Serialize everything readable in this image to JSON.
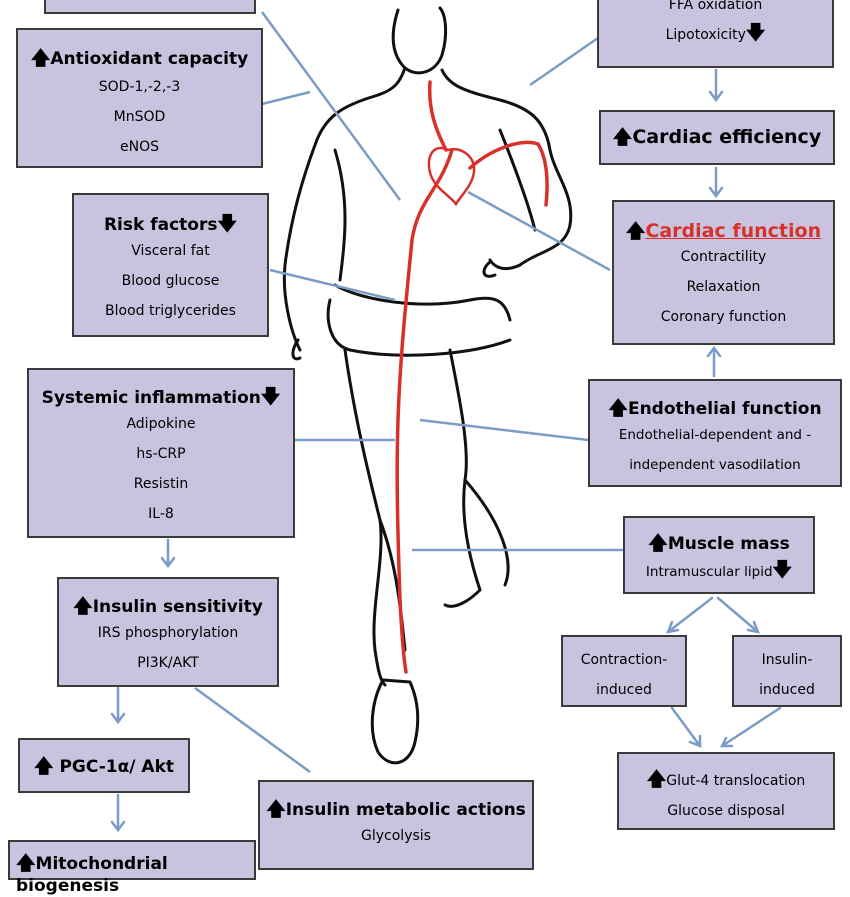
{
  "boxes": {
    "top_left_partial": {
      "title": ""
    },
    "antioxidant": {
      "title": "Antioxidant capacity",
      "lines": [
        "SOD-1,-2,-3",
        "MnSOD",
        "eNOS"
      ]
    },
    "risk": {
      "title": "Risk factors",
      "lines": [
        "Visceral fat",
        "Blood glucose",
        "Blood triglycerides"
      ]
    },
    "inflammation": {
      "title": "Systemic inflammation",
      "lines": [
        "Adipokine",
        "hs-CRP",
        "Resistin",
        "IL-8"
      ]
    },
    "insulin_sens": {
      "title": "Insulin sensitivity",
      "lines": [
        "IRS phosphorylation",
        "PI3K/AKT"
      ]
    },
    "pgc": {
      "title": "PGC-1α/ Akt"
    },
    "mito": {
      "title": "Mitochondrial biogenesis"
    },
    "insulin_meta": {
      "title": "Insulin metabolic actions",
      "lines": [
        "Glycolysis"
      ]
    },
    "ffa": {
      "lines": [
        "FFA oxidation",
        "Lipotoxicity"
      ]
    },
    "efficiency": {
      "title": "Cardiac efficiency"
    },
    "cardiac_fn": {
      "title": "Cardiac function",
      "lines": [
        "Contractility",
        "Relaxation",
        "Coronary function"
      ]
    },
    "endothelial": {
      "title": "Endothelial function",
      "lines": [
        "Endothelial-dependent and -",
        "independent vasodilation"
      ]
    },
    "muscle": {
      "title": "Muscle mass",
      "lines": [
        "Intramuscular lipid"
      ]
    },
    "contraction": {
      "lines": [
        "Contraction-",
        "induced"
      ]
    },
    "insulin_ind": {
      "lines": [
        "Insulin-",
        "induced"
      ]
    },
    "glut4": {
      "lines": [
        "Glut-4 translocation",
        "Glucose disposal"
      ]
    }
  },
  "icons": {
    "up": "up-arrow-icon",
    "down": "down-arrow-icon"
  },
  "colors": {
    "box_fill": "#c9c3df",
    "connector": "#7a9cc6",
    "vessel": "#d8302b",
    "accent_text": "#d8302b"
  }
}
